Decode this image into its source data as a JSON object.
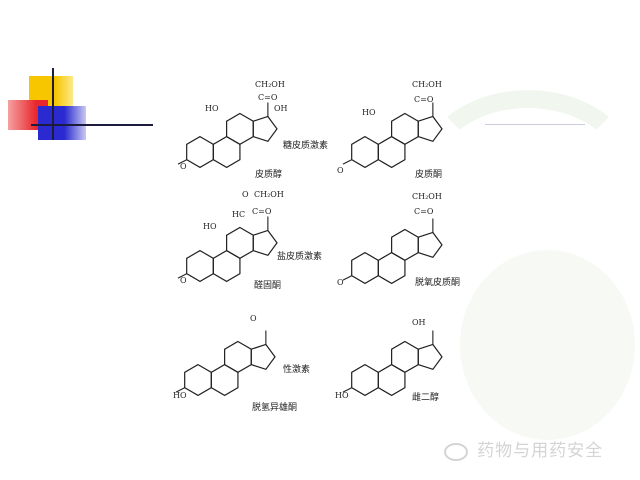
{
  "slide": {
    "colors": {
      "yellow": "#f7c600",
      "red": "#e8282e",
      "blue": "#2a2ad0",
      "line": "#1c1c3c",
      "swoosh": "#eef4ea"
    },
    "group_labels": {
      "glucocorticoid": "糖皮质激素",
      "mineralocorticoid": "盐皮质激素",
      "sex_hormone": "性激素"
    },
    "compounds": [
      {
        "name": "皮质醇",
        "substituents": [
          "CH₂OH",
          "C=O",
          "OH",
          "HO",
          "O"
        ]
      },
      {
        "name": "皮质酮",
        "substituents": [
          "CH₂OH",
          "C=O",
          "HO",
          "O"
        ]
      },
      {
        "name": "醛固酮",
        "substituents": [
          "O",
          "CH₂OH",
          "HC",
          "C=O",
          "HO",
          "O"
        ]
      },
      {
        "name": "脱氧皮质酮",
        "substituents": [
          "CH₂OH",
          "C=O",
          "O"
        ]
      },
      {
        "name": "脱氢异雄酮",
        "substituents": [
          "O",
          "HO"
        ]
      },
      {
        "name": "雌二醇",
        "substituents": [
          "OH",
          "HO"
        ]
      }
    ],
    "watermark": {
      "icon": "wechat-icon",
      "text": "药物与用药安全"
    }
  }
}
